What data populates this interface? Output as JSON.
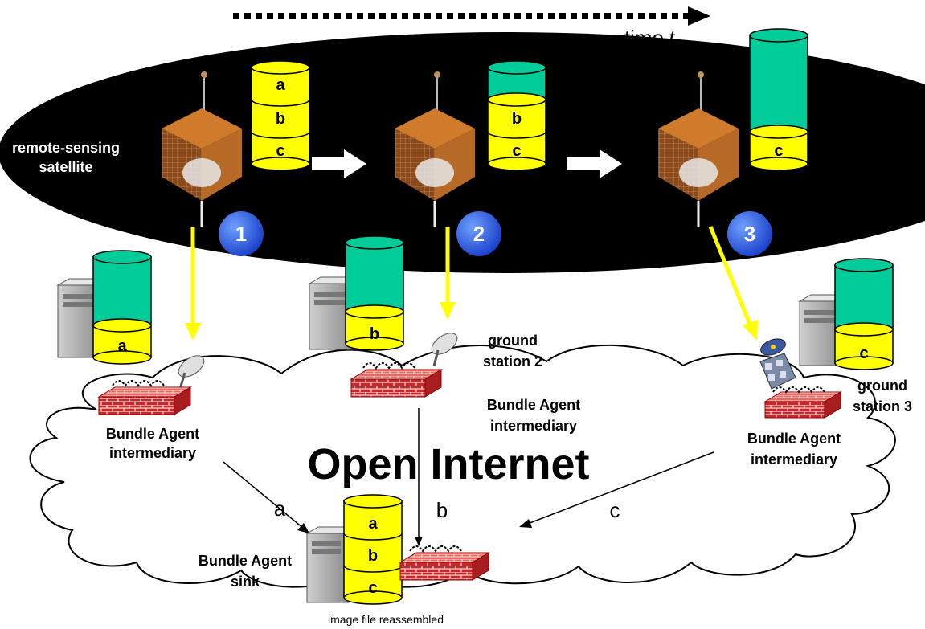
{
  "diagram": {
    "time_label": "time",
    "time_variable": "t",
    "satellite_label_line1": "remote-sensing",
    "satellite_label_line2": "satellite",
    "fragments": {
      "a": "a",
      "b": "b",
      "c": "c"
    },
    "steps": [
      "1",
      "2",
      "3"
    ],
    "ground_label": "ground",
    "station_2_label": "station 2",
    "station_3_label": "station 3",
    "agent_label": "Bundle Agent",
    "intermediary_label": "intermediary",
    "sink_label": "sink",
    "internet_label": "Open Internet",
    "reassembled_caption": "image file reassembled"
  },
  "colors": {
    "orbit_background": "#000000",
    "stored_fragment": "#ffff00",
    "empty_storage": "#00cc99",
    "downlink_arrow": "#ffff00",
    "step_marker": "#1a3fc8",
    "firewall": "#c8282a"
  },
  "icons": [
    "satellite-icon",
    "server-icon",
    "satellite-dish-icon",
    "firewall-icon",
    "office-building-icon",
    "cylinder-storage-icon"
  ]
}
